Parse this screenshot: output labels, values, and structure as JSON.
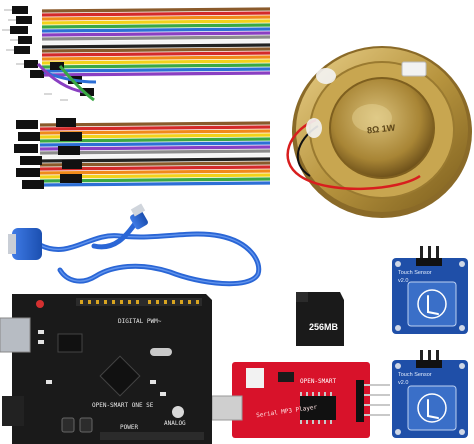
{
  "scene": {
    "sd_card_label": "256MB",
    "speaker_label": "8Ω 1W",
    "arduino_board_label": "OPEN-SMART ONE SE",
    "arduino_digital_label": "DIGITAL PWM~",
    "arduino_analog_label": "ANALOG",
    "arduino_power_label": "POWER",
    "mp3_board_label": "Serial MP3 Player",
    "mp3_brand_label": "OPEN-SMART",
    "touch_sensor_label": "Touch Sensor",
    "touch_sensor_version": "v2.0",
    "colors": {
      "background": "#ffffff",
      "arduino_pcb": "#1a1a1a",
      "mp3_pcb": "#d8122a",
      "touch_pcb": "#1f4fa8",
      "usb_cable": "#2a66d6",
      "speaker_brass": "#b8953f"
    }
  }
}
